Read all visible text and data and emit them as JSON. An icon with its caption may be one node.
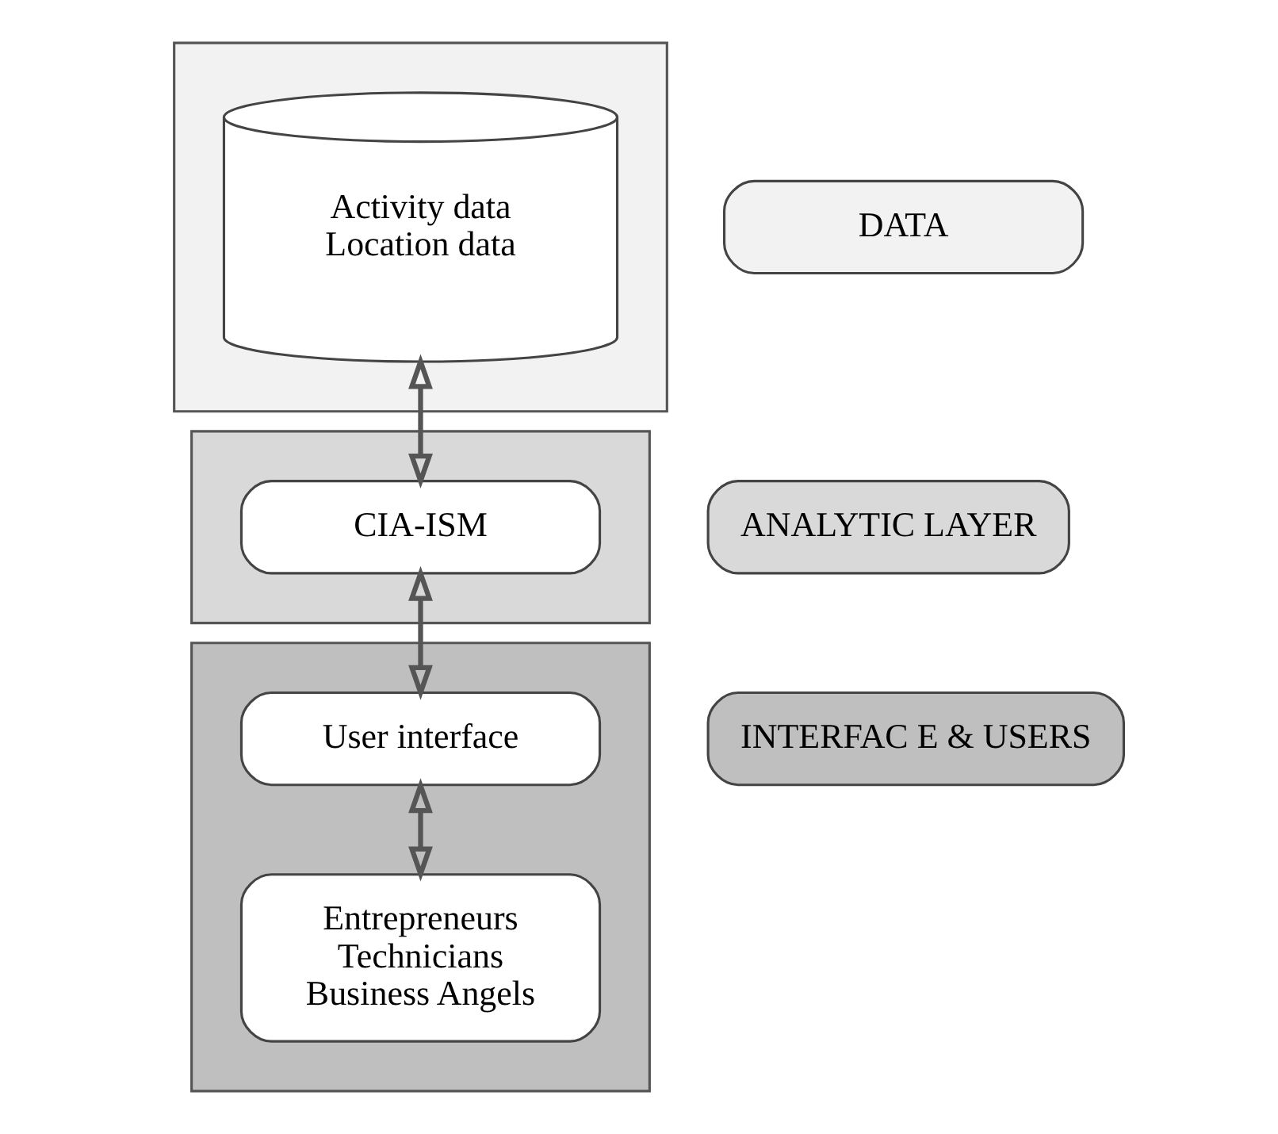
{
  "diagram": {
    "nodes": [
      {
        "text": [],
        "shape": "box"
      },
      {
        "text": [
          "Activity data",
          "Location data"
        ],
        "in": 0
      },
      {
        "text": [],
        "shape": "box"
      },
      {
        "text": [
          "CIA-ISM"
        ],
        "in": 2
      },
      {
        "text": [],
        "shape": "box"
      },
      {
        "text": [
          "User interface"
        ],
        "in": 4
      },
      {
        "text": [
          "Entrepreneurs",
          "Technicians",
          "Business Angels"
        ],
        "in": 4
      },
      {
        "text": [
          "DATA"
        ]
      },
      {
        "text": [
          "ANALYTIC LAYER"
        ]
      },
      {
        "text": [
          "INTERFAC E & USERS"
        ]
      }
    ],
    "edges": [
      {
        "from": 1,
        "to": 3,
        "arrow": "both"
      },
      {
        "from": 3,
        "to": 5,
        "arrow": "both"
      },
      {
        "from": 5,
        "to": 6,
        "arrow": "both"
      }
    ]
  }
}
